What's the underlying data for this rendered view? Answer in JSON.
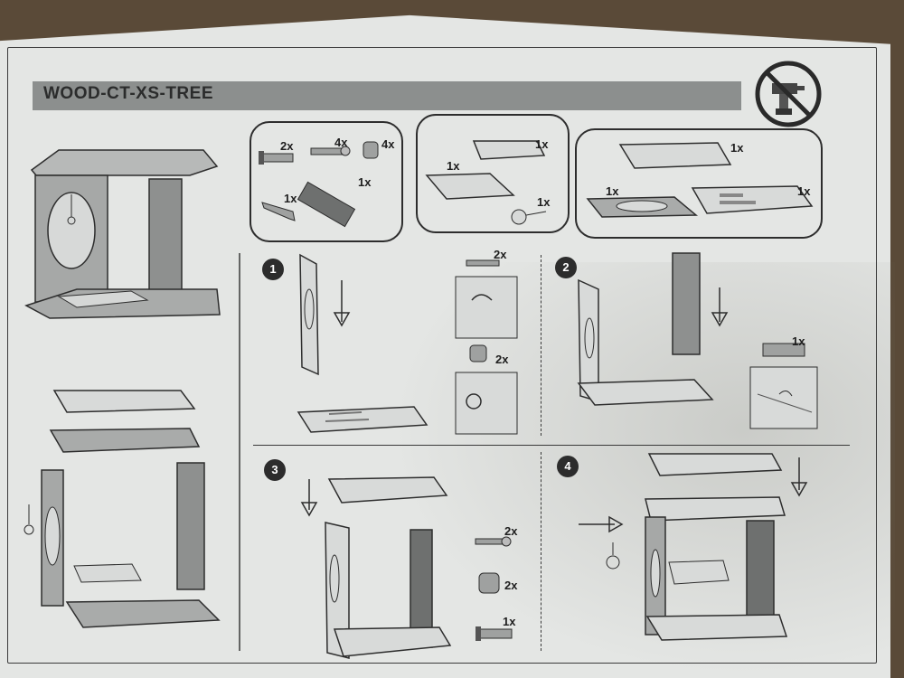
{
  "document": {
    "title": "WOOD-CT-XS-TREE"
  },
  "parts_panel": {
    "hardware_quantities": [
      "2x",
      "4x",
      "4x",
      "1x",
      "1x"
    ],
    "boards_quantities": [
      "1x",
      "1x",
      "1x"
    ],
    "platforms_quantities": [
      "1x",
      "1x",
      "1x"
    ]
  },
  "steps": [
    {
      "number": "1",
      "callouts": [
        "2x",
        "2x"
      ]
    },
    {
      "number": "2",
      "callouts": [
        "1x"
      ]
    },
    {
      "number": "3",
      "callouts": [
        "2x",
        "2x",
        "1x"
      ]
    },
    {
      "number": "4",
      "callouts": []
    }
  ],
  "colors": {
    "paper": "#e4e6e4",
    "title_bar": "#8c8f8e",
    "line": "#2d2d2d",
    "board_fill": "#a9abaa"
  }
}
